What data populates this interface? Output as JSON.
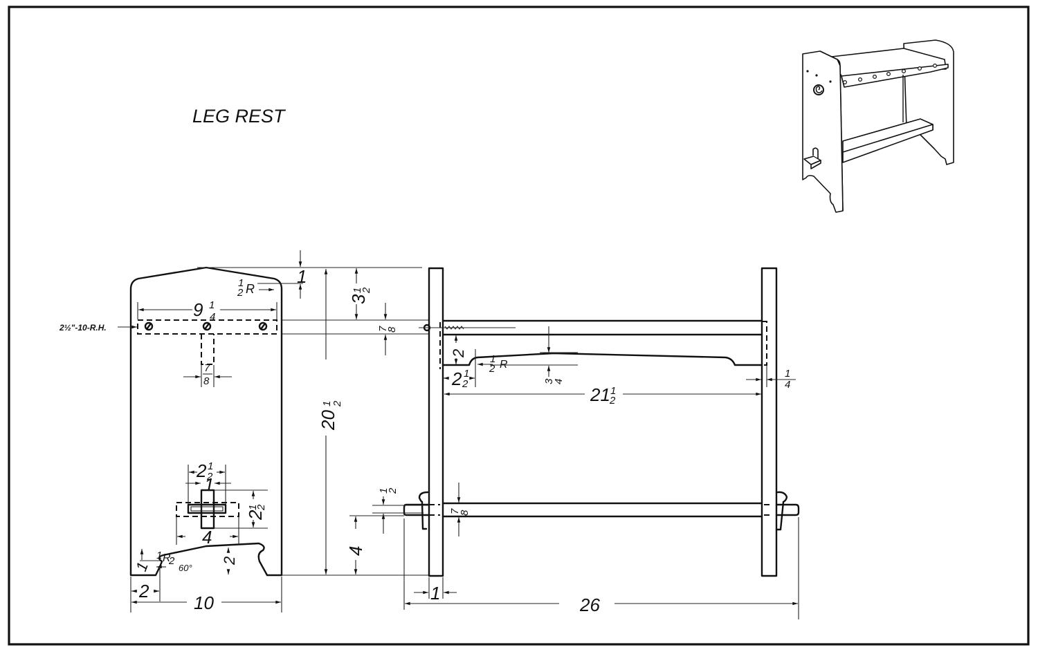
{
  "title": "LEG REST",
  "end_view": {
    "screw_note": "2½\"-10-R.H.",
    "top_rail_length": {
      "whole": "9",
      "num": "1",
      "den": "4"
    },
    "corner_radius_top": {
      "num": "1",
      "den": "2",
      "suffix": "R"
    },
    "top_peak_height": "1",
    "rail_from_top": {
      "whole": "3",
      "num": "1",
      "den": "2"
    },
    "rail_width": {
      "num": "7",
      "den": "8"
    },
    "stile_width": {
      "num": "7",
      "den": "8"
    },
    "overall_height": {
      "whole": "20",
      "num": "1",
      "den": "2"
    },
    "foot_block_width": {
      "whole": "2",
      "num": "1",
      "den": "2"
    },
    "foot_peg_width": "1",
    "foot_block_height": {
      "whole": "2",
      "num": "1",
      "den": "2"
    },
    "foot_mortise_length": "4",
    "bottom_arch_radius": {
      "num": "1",
      "den": "2",
      "suffix": "R"
    },
    "bottom_angle": "60°",
    "bottom_arch_height": "2",
    "bottom_notch_height": "1",
    "foot_inset": "2",
    "overall_width": "10"
  },
  "side_view": {
    "shelf_drop": "2",
    "shelf_radius": {
      "num": "1",
      "den": "2",
      "suffix": "R"
    },
    "shelf_inset": {
      "whole": "2",
      "num": "1",
      "den": "2"
    },
    "shelf_thickness": {
      "num": "3",
      "den": "4"
    },
    "between_ends": {
      "whole": "21",
      "num": "1",
      "den": "2"
    },
    "tenon_projection": {
      "num": "1",
      "den": "4"
    },
    "stretcher_thickness": {
      "num": "7",
      "den": "8"
    },
    "wedge_offset": {
      "num": "1",
      "den": "2"
    },
    "stretcher_height": "4",
    "end_thickness": "1",
    "overall_length": "26"
  },
  "illustration": {
    "label": "isometric-leg-rest-sketch"
  }
}
